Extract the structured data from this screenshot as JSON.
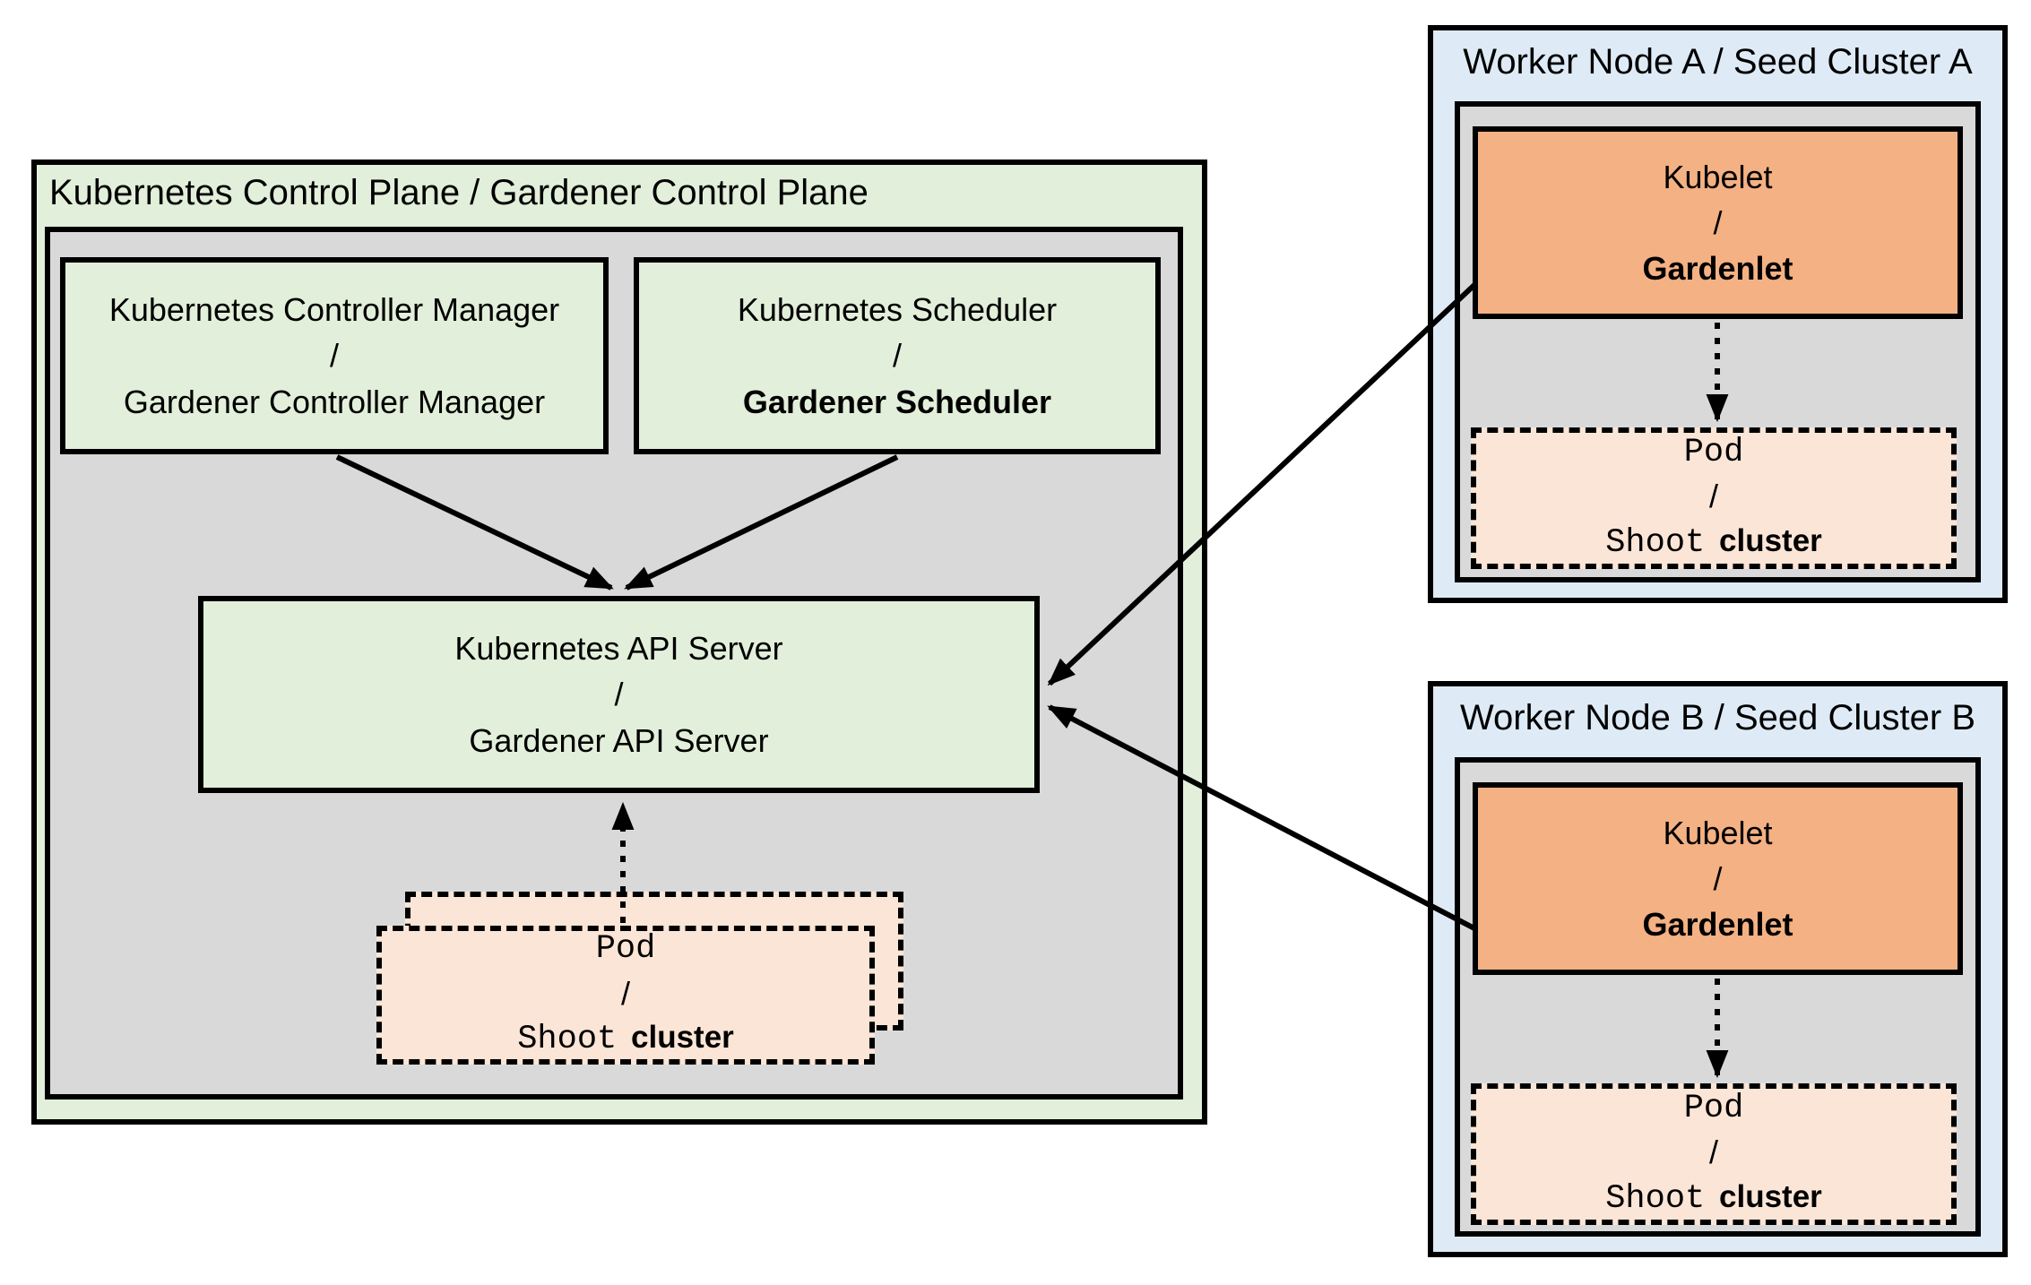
{
  "colors": {
    "light_green": "#E2EFDA",
    "panel_gray": "#D9D9D9",
    "light_blue": "#DEEBF7",
    "kubelet_orange": "#F4B183",
    "pod_peach": "#FBE5D6",
    "line_black": "#000000"
  },
  "control_plane": {
    "title": "Kubernetes Control Plane / Gardener Control Plane",
    "controller_manager": {
      "top": "Kubernetes Controller Manager",
      "sep": "/",
      "bottom": "Gardener Controller Manager"
    },
    "scheduler": {
      "top": "Kubernetes Scheduler",
      "sep": "/",
      "bottom": "Gardener Scheduler"
    },
    "api_server": {
      "top": "Kubernetes API Server",
      "sep": "/",
      "bottom": "Gardener API Server"
    },
    "pod_stack": {
      "pod": "Pod",
      "sep": "/",
      "shoot": "Shoot",
      "cluster": "cluster"
    }
  },
  "worker_node_a": {
    "title": "Worker Node A / Seed Cluster A",
    "kubelet": {
      "top": "Kubelet",
      "sep": "/",
      "bottom": "Gardenlet"
    },
    "pod": {
      "pod": "Pod",
      "sep": "/",
      "shoot": "Shoot",
      "cluster": "cluster"
    }
  },
  "worker_node_b": {
    "title": "Worker Node B / Seed Cluster B",
    "kubelet": {
      "top": "Kubelet",
      "sep": "/",
      "bottom": "Gardenlet"
    },
    "pod": {
      "pod": "Pod",
      "sep": "/",
      "shoot": "Shoot",
      "cluster": "cluster"
    }
  }
}
